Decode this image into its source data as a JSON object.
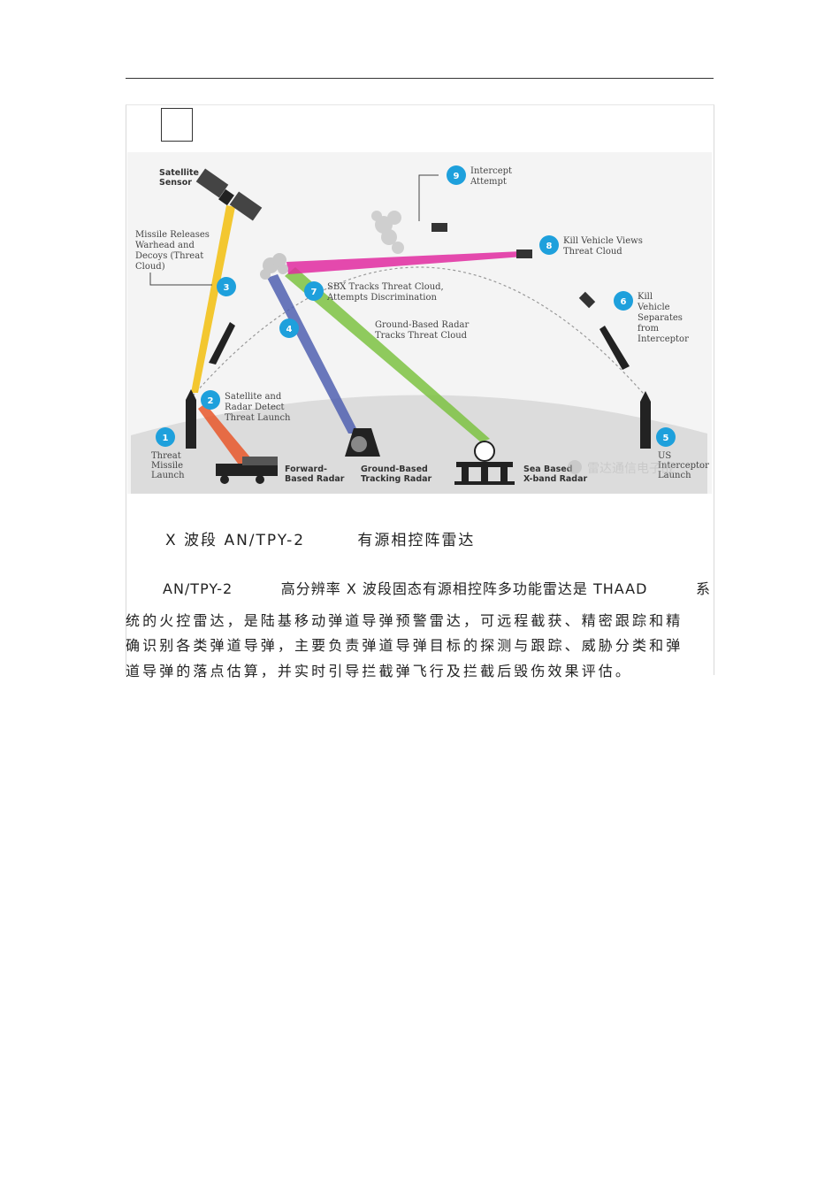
{
  "diagram": {
    "labels": {
      "satellite": [
        "Satellite",
        "Sensor"
      ],
      "release": [
        "Missile Releases",
        "Warhead and",
        "Decoys (Threat",
        "Cloud)"
      ],
      "s1": [
        "Threat",
        "Missile",
        "Launch"
      ],
      "s2": [
        "Satellite and",
        "Radar Detect",
        "Threat Launch"
      ],
      "s4": [
        "Ground-Based Radar",
        "Tracks Threat Cloud"
      ],
      "s5": [
        "US",
        "Interceptor",
        "Launch"
      ],
      "s6": [
        "Kill",
        "Vehicle",
        "Separates",
        "from",
        "Interceptor"
      ],
      "s7": [
        "SBX Tracks Threat Cloud,",
        "Attempts Discrimination"
      ],
      "s8": [
        "Kill Vehicle Views",
        "Threat Cloud"
      ],
      "s9": [
        "Intercept",
        "Attempt"
      ],
      "forward_radar": [
        "Forward-",
        "Based Radar"
      ],
      "ground_radar": [
        "Ground-Based",
        "Tracking Radar"
      ],
      "sea_radar": [
        "Sea Based",
        "X-band Radar"
      ],
      "watermark": "雷达通信电子战"
    },
    "step_numbers": [
      "1",
      "2",
      "3",
      "4",
      "5",
      "6",
      "7",
      "8",
      "9"
    ],
    "colors": {
      "step_circle": "#1ea0dc",
      "satellite_beam": "#f3c21b",
      "forward_beam": "#e8572a",
      "ground_beam": "#5060b0",
      "sea_beam": "#7cc242",
      "kill_vehicle_beam": "#e02aa0"
    }
  },
  "caption": {
    "part1": "X 波段 AN/TPY-2",
    "part2": "有源相控阵雷达"
  },
  "paragraph": {
    "line1": [
      "AN/TPY-2",
      "高分辨率 X 波段固态有源相控阵多功能雷达是 THAAD",
      "系"
    ],
    "line2": "统的火控雷达，是陆基移动弹道导弹预警雷达，可远程截获、精密跟踪和精",
    "line3": "确识别各类弹道导弹，主要负责弹道导弹目标的探测与跟踪、威胁分类和弹",
    "line4": "道导弹的落点估算，并实时引导拦截弹飞行及拦截后毁伤效果评估。"
  }
}
